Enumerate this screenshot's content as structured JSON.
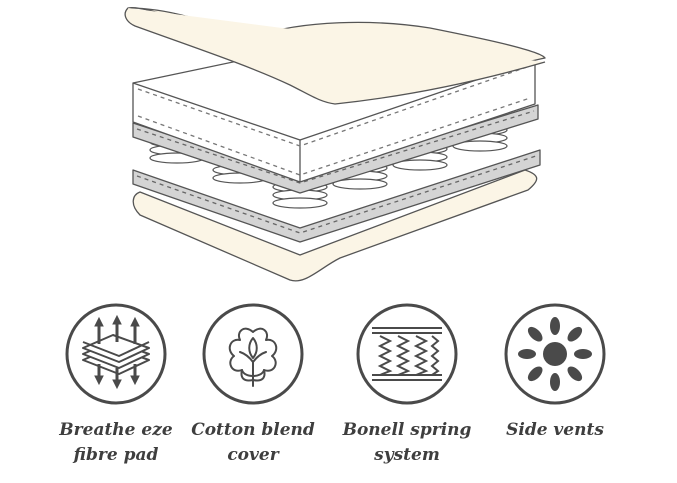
{
  "colors": {
    "outline": "#555555",
    "cream": "#fbf5e6",
    "spring_grey": "#d4d4d4",
    "icon_stroke": "#4a4a4a",
    "text": "#3e3e3e",
    "background": "#ffffff"
  },
  "diagram": {
    "layers": [
      "top-fibre-pad",
      "cotton-cover",
      "upper-spring-sheet",
      "springs",
      "lower-spring-sheet",
      "bottom-fibre-pad"
    ]
  },
  "features": [
    {
      "icon": "breathable-fibre-icon",
      "line1": "Breathe eze",
      "line2": "fibre pad"
    },
    {
      "icon": "cotton-flower-icon",
      "line1": "Cotton blend",
      "line2": "cover"
    },
    {
      "icon": "coil-spring-icon",
      "line1": "Bonell spring",
      "line2": "system"
    },
    {
      "icon": "sun-vent-icon",
      "line1": "Side vents",
      "line2": ""
    }
  ]
}
